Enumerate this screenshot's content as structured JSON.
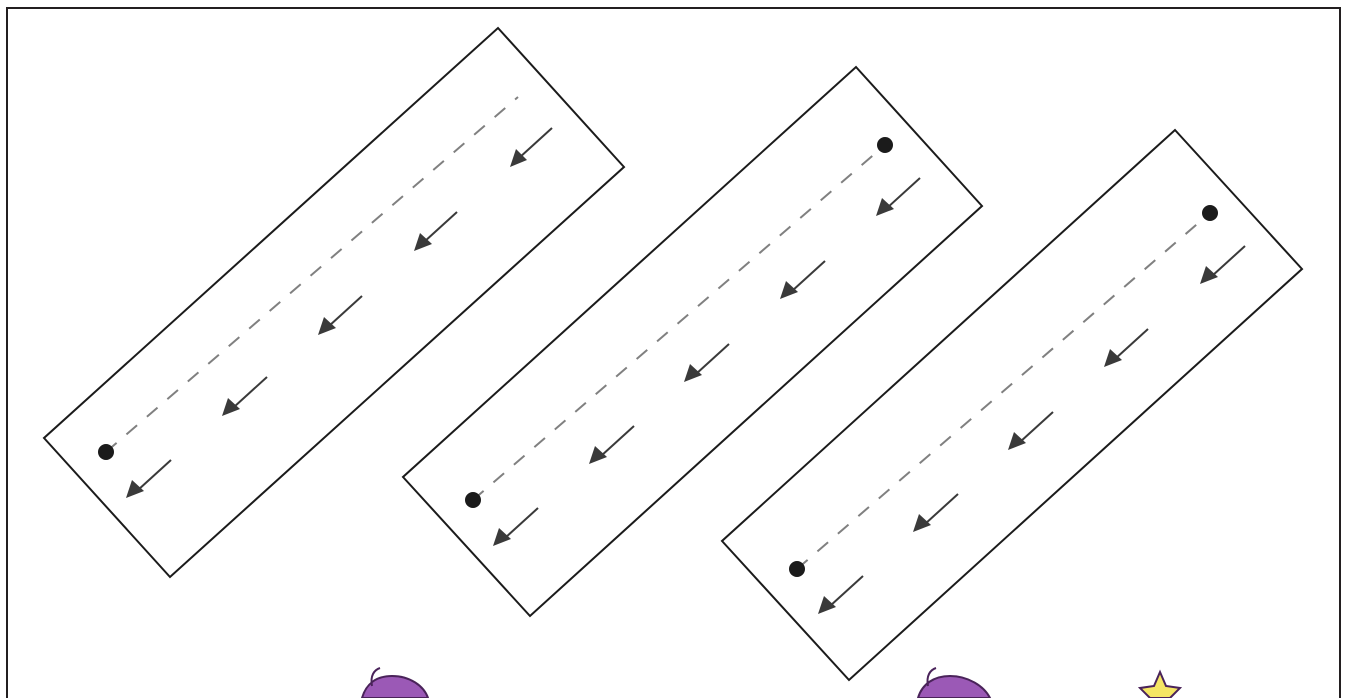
{
  "worksheet": {
    "strips": [
      {
        "name": "strip-1"
      },
      {
        "name": "strip-2"
      },
      {
        "name": "strip-3"
      }
    ],
    "decorations": {
      "character_colors": [
        "#9b59b6",
        "#f5e663"
      ],
      "ink_color": "#1b1b1b",
      "trace_color": "#808080",
      "arrow_color": "#3a3a3a"
    }
  }
}
